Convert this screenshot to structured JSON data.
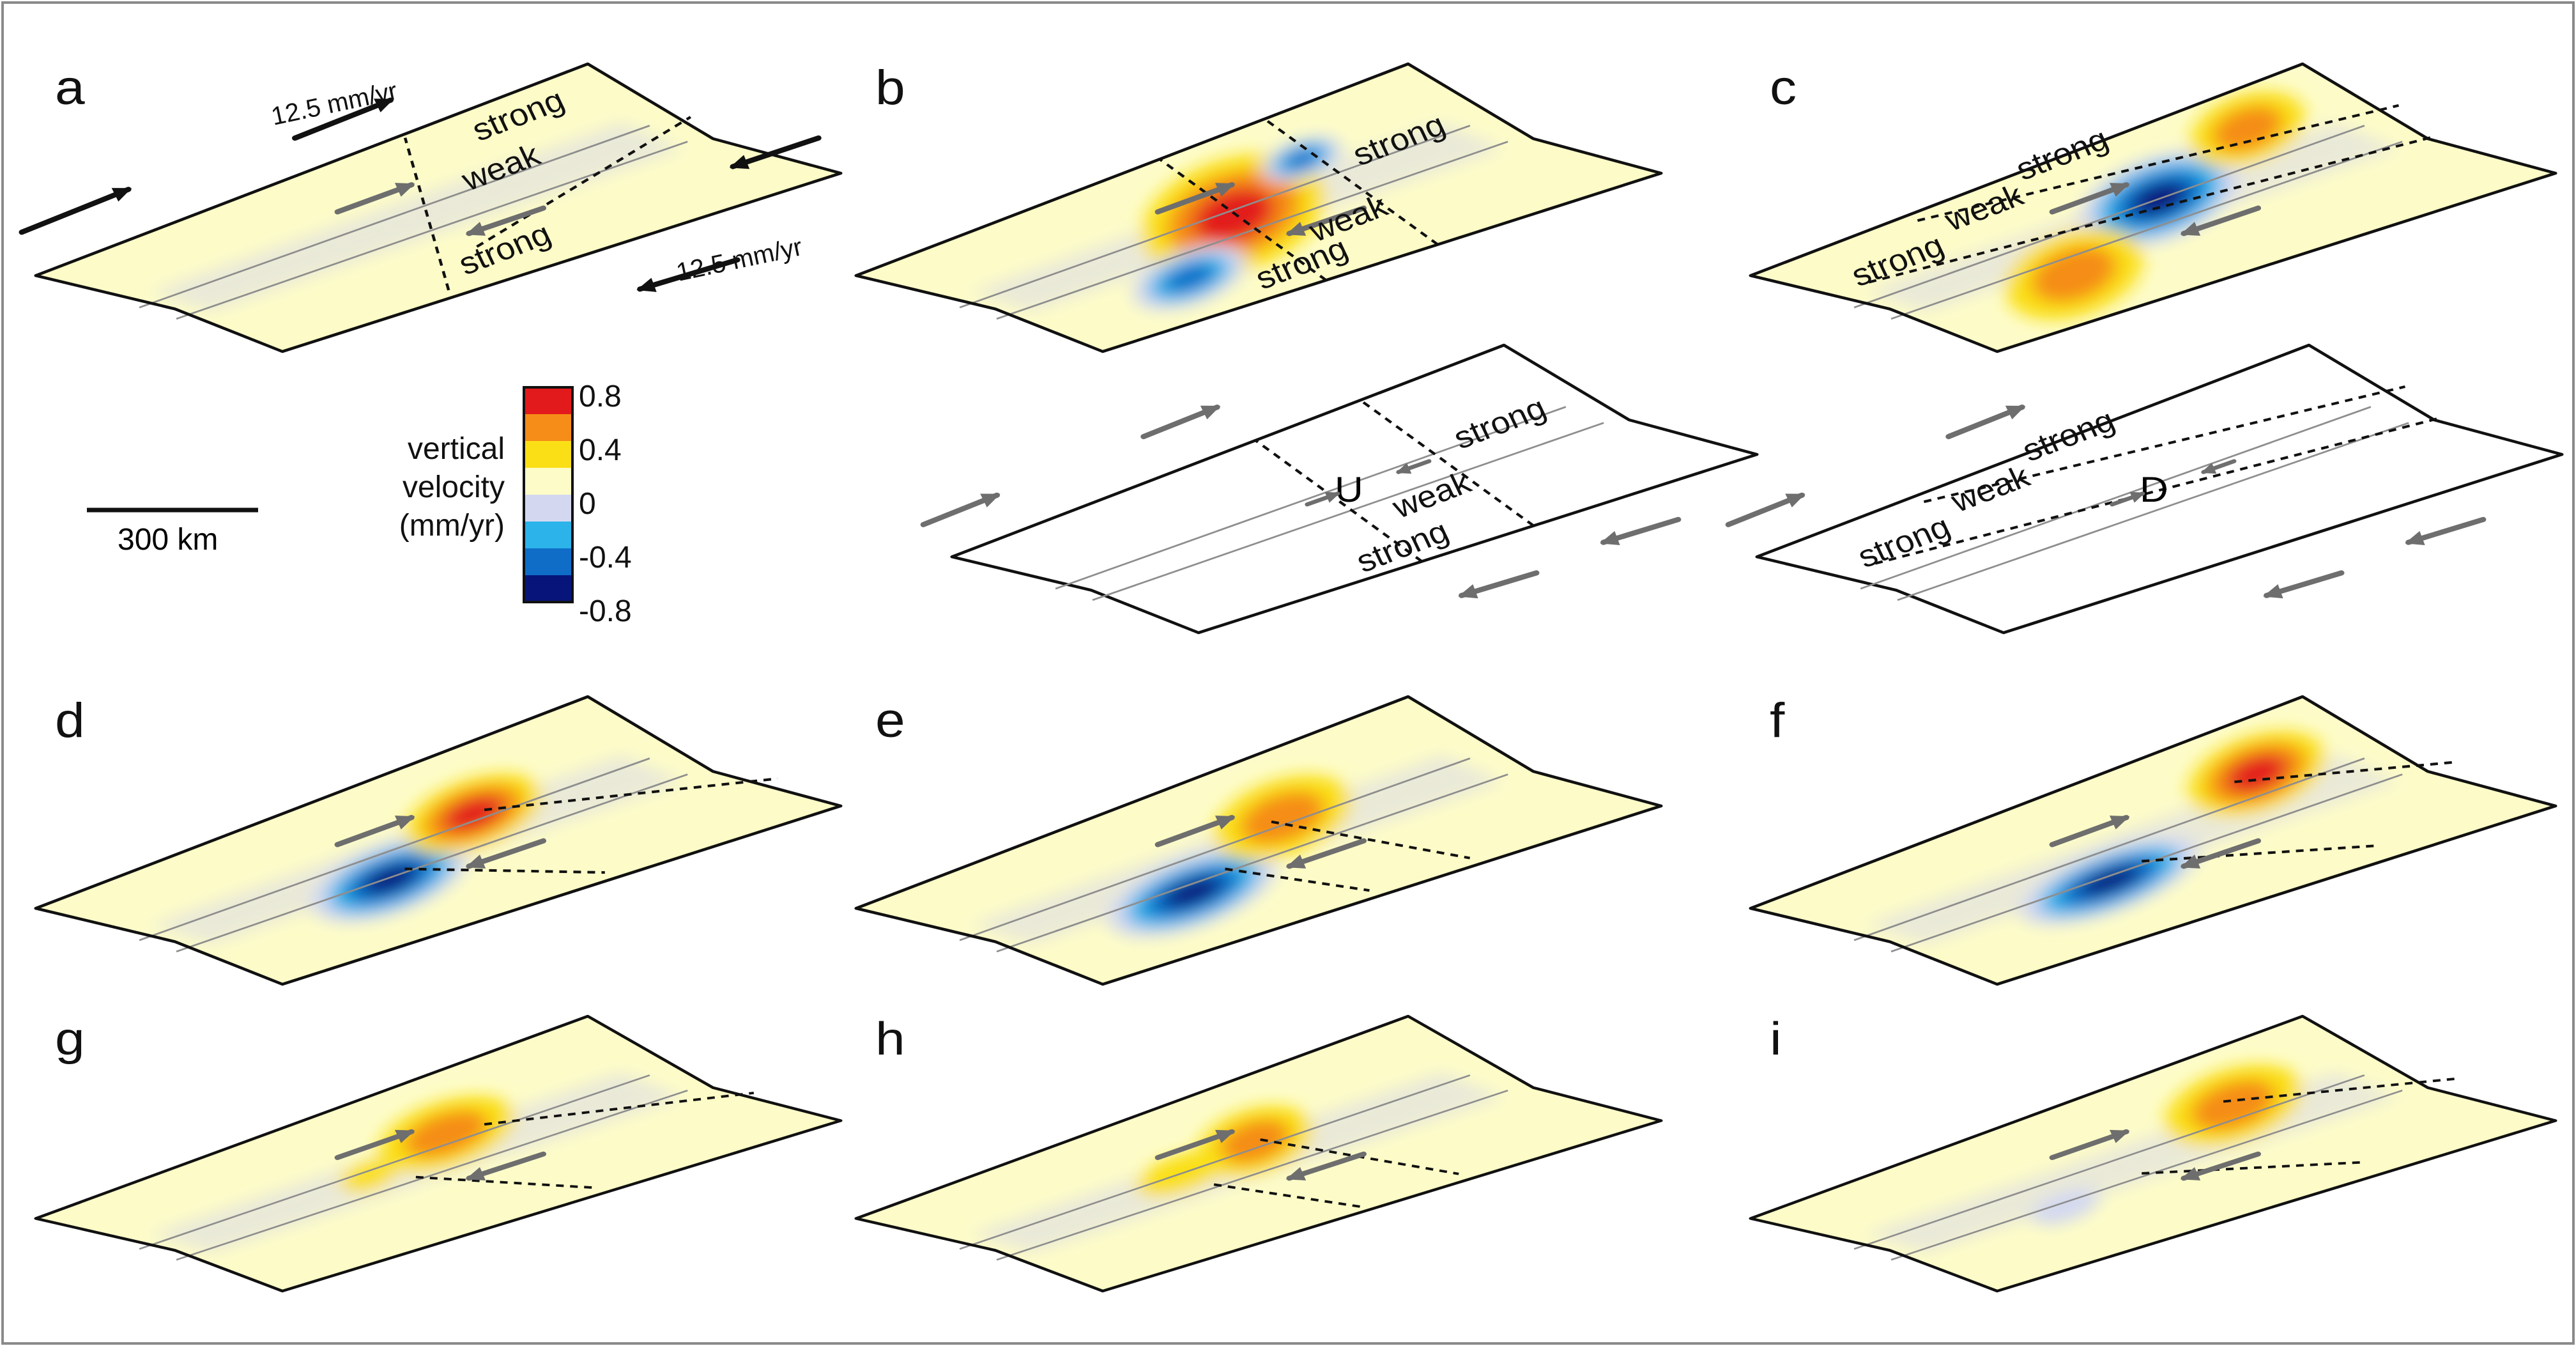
{
  "colors": {
    "yellow_light": "#fdfcc8",
    "plate_fill": "#fdfcc8",
    "gray_zone": "#e3e3dd",
    "outline": "#111111",
    "arrow_gray": "#6e6e6e",
    "arrow_black": "#111111"
  },
  "colorbar": {
    "title_lines": [
      "vertical",
      "velocity",
      "(mm/yr)"
    ],
    "ticks": [
      "0.8",
      "0.4",
      "0",
      "-0.4",
      "-0.8"
    ],
    "colors": [
      "#e31a1c",
      "#f58d18",
      "#fadf17",
      "#fdfcc8",
      "#d3d8f0",
      "#2bb3ea",
      "#0f6dc8",
      "#07157a"
    ]
  },
  "scalebar": {
    "label": "300 km"
  },
  "rates": {
    "top": "12.5 mm/yr",
    "bottom": "12.5 mm/yr"
  },
  "sketch_markers": {
    "b": "U",
    "c": "D"
  },
  "panels": [
    {
      "id": "a",
      "label": "a",
      "zones": [
        {
          "text": "strong",
          "kind": "upper"
        },
        {
          "text": "weak",
          "kind": "mid"
        },
        {
          "text": "strong",
          "kind": "lower"
        }
      ],
      "blobs": []
    },
    {
      "id": "b",
      "label": "b",
      "zones": [
        {
          "text": "strong",
          "kind": "lower"
        },
        {
          "text": "weak",
          "kind": "mid"
        },
        {
          "text": "strong",
          "kind": "upper"
        }
      ],
      "blobs": [
        {
          "u": 0.48,
          "v": 0.55,
          "ru": 0.16,
          "rv": 0.3,
          "value": 0.8
        },
        {
          "u": 0.28,
          "v": 0.28,
          "ru": 0.1,
          "rv": 0.14,
          "value": -0.6
        },
        {
          "u": 0.68,
          "v": 0.72,
          "ru": 0.07,
          "rv": 0.1,
          "value": -0.5
        }
      ]
    },
    {
      "id": "c",
      "label": "c",
      "zones": [
        {
          "text": "strong",
          "kind": "lower"
        },
        {
          "text": "weak",
          "kind": "mid"
        },
        {
          "text": "strong",
          "kind": "upper"
        }
      ],
      "blobs": [
        {
          "u": 0.55,
          "v": 0.58,
          "ru": 0.14,
          "rv": 0.22,
          "value": -0.8
        },
        {
          "u": 0.28,
          "v": 0.32,
          "ru": 0.12,
          "rv": 0.22,
          "value": 0.6
        },
        {
          "u": 0.8,
          "v": 0.78,
          "ru": 0.1,
          "rv": 0.18,
          "value": 0.5
        }
      ]
    },
    {
      "id": "d",
      "label": "d",
      "zones": [],
      "blobs": [
        {
          "u": 0.38,
          "v": 0.42,
          "ru": 0.14,
          "rv": 0.18,
          "value": -0.8
        },
        {
          "u": 0.62,
          "v": 0.62,
          "ru": 0.12,
          "rv": 0.18,
          "value": 0.7
        }
      ]
    },
    {
      "id": "e",
      "label": "e",
      "zones": [],
      "blobs": [
        {
          "u": 0.33,
          "v": 0.38,
          "ru": 0.15,
          "rv": 0.18,
          "value": -0.8
        },
        {
          "u": 0.6,
          "v": 0.62,
          "ru": 0.12,
          "rv": 0.2,
          "value": 0.6
        }
      ]
    },
    {
      "id": "f",
      "label": "f",
      "zones": [],
      "blobs": [
        {
          "u": 0.38,
          "v": 0.4,
          "ru": 0.16,
          "rv": 0.16,
          "value": -0.8
        },
        {
          "u": 0.78,
          "v": 0.7,
          "ru": 0.12,
          "rv": 0.2,
          "value": 0.8
        }
      ]
    },
    {
      "id": "g",
      "label": "g",
      "zones": [],
      "blobs": [
        {
          "u": 0.58,
          "v": 0.64,
          "ru": 0.12,
          "rv": 0.18,
          "value": 0.4
        },
        {
          "u": 0.4,
          "v": 0.55,
          "ru": 0.05,
          "rv": 0.08,
          "value": 0.3
        }
      ]
    },
    {
      "id": "h",
      "label": "h",
      "zones": [],
      "blobs": [
        {
          "u": 0.55,
          "v": 0.62,
          "ru": 0.1,
          "rv": 0.18,
          "value": 0.4
        },
        {
          "u": 0.4,
          "v": 0.58,
          "ru": 0.08,
          "rv": 0.1,
          "value": 0.3
        }
      ]
    },
    {
      "id": "i",
      "label": "i",
      "zones": [],
      "blobs": [
        {
          "u": 0.72,
          "v": 0.66,
          "ru": 0.12,
          "rv": 0.2,
          "value": 0.4
        },
        {
          "u": 0.3,
          "v": 0.4,
          "ru": 0.06,
          "rv": 0.08,
          "value": -0.3
        }
      ]
    }
  ]
}
